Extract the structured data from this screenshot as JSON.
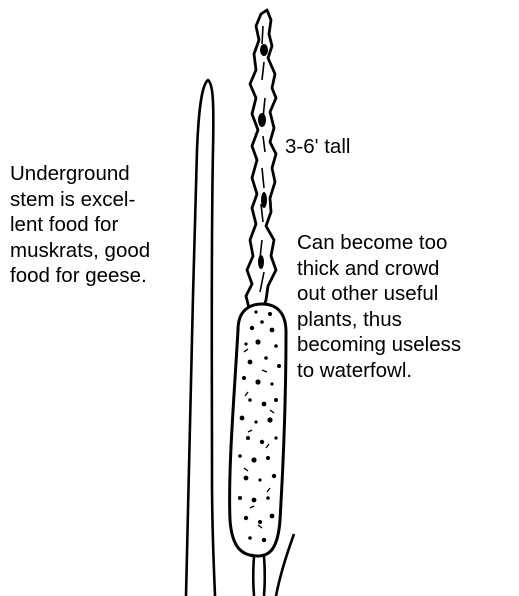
{
  "annotations": {
    "height": "3-6' tall",
    "underground_stem": [
      "Underground",
      "stem is excel-",
      "lent food for",
      "muskrats, good",
      "food for geese."
    ],
    "crowding": [
      "Can become too",
      "thick and crowd",
      "out other useful",
      "plants, thus",
      "becoming useless",
      "to waterfowl."
    ]
  },
  "illustration": {
    "subject": "cattail plant (leaf, flower spike and seed head)",
    "ink_color": "#000000",
    "background_color": "#ffffff"
  }
}
